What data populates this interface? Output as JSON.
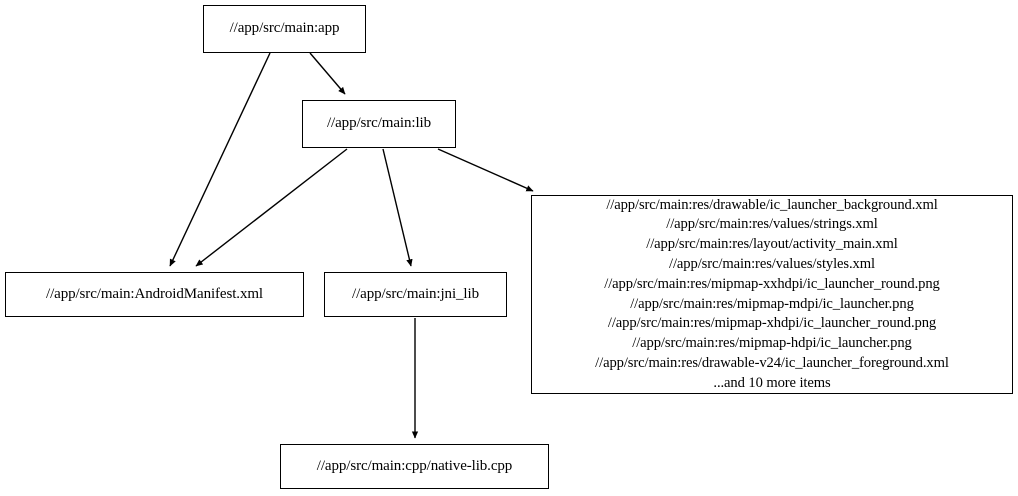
{
  "graph": {
    "title": "bazel-target-dependency-graph",
    "background_color": "#ffffff",
    "node_border_color": "#000000",
    "edge_color": "#000000",
    "text_color": "#000000"
  },
  "nodes": {
    "app": {
      "id": "app",
      "label": "//app/src/main:app"
    },
    "lib": {
      "id": "lib",
      "label": "//app/src/main:lib"
    },
    "manifest": {
      "id": "manifest",
      "label": "//app/src/main:AndroidManifest.xml"
    },
    "jni_lib": {
      "id": "jni_lib",
      "label": "//app/src/main:jni_lib"
    },
    "native_lib": {
      "id": "native_lib",
      "label": "//app/src/main:cpp/native-lib.cpp"
    },
    "res_group": {
      "id": "res_group",
      "label": "//app/src/main:res/drawable/ic_launcher_background.xml\n//app/src/main:res/values/strings.xml\n//app/src/main:res/layout/activity_main.xml\n//app/src/main:res/values/styles.xml\n//app/src/main:res/mipmap-xxhdpi/ic_launcher_round.png\n//app/src/main:res/mipmap-mdpi/ic_launcher.png\n//app/src/main:res/mipmap-xhdpi/ic_launcher_round.png\n//app/src/main:res/mipmap-hdpi/ic_launcher.png\n//app/src/main:res/drawable-v24/ic_launcher_foreground.xml\n...and 10 more items",
      "lines": [
        "//app/src/main:res/drawable/ic_launcher_background.xml",
        "//app/src/main:res/values/strings.xml",
        "//app/src/main:res/layout/activity_main.xml",
        "//app/src/main:res/values/styles.xml",
        "//app/src/main:res/mipmap-xxhdpi/ic_launcher_round.png",
        "//app/src/main:res/mipmap-mdpi/ic_launcher.png",
        "//app/src/main:res/mipmap-xhdpi/ic_launcher_round.png",
        "//app/src/main:res/mipmap-hdpi/ic_launcher.png",
        "//app/src/main:res/drawable-v24/ic_launcher_foreground.xml",
        "...and 10 more items"
      ]
    }
  },
  "edges": [
    {
      "from": "app",
      "to": "manifest"
    },
    {
      "from": "app",
      "to": "lib"
    },
    {
      "from": "lib",
      "to": "manifest"
    },
    {
      "from": "lib",
      "to": "jni_lib"
    },
    {
      "from": "lib",
      "to": "res_group"
    },
    {
      "from": "jni_lib",
      "to": "native_lib"
    }
  ]
}
